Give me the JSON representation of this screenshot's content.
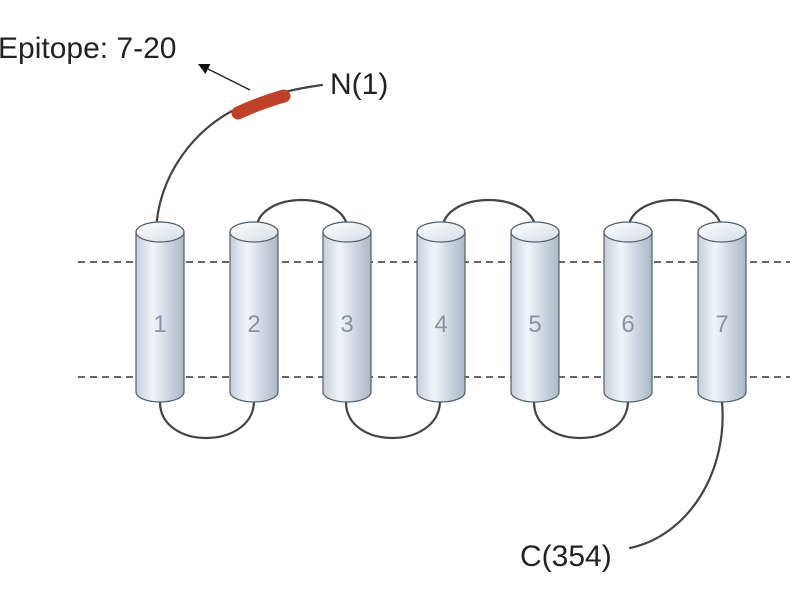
{
  "labels": {
    "epitope": "Epitope: 7-20",
    "n_terminus": "N(1)",
    "c_terminus": "C(354)"
  },
  "helices": [
    "1",
    "2",
    "3",
    "4",
    "5",
    "6",
    "7"
  ],
  "colors": {
    "helix_fill_light": "#eef3f8",
    "helix_fill_dark": "#b9c6d3",
    "epitope": "#c0412a",
    "line": "#444444"
  }
}
